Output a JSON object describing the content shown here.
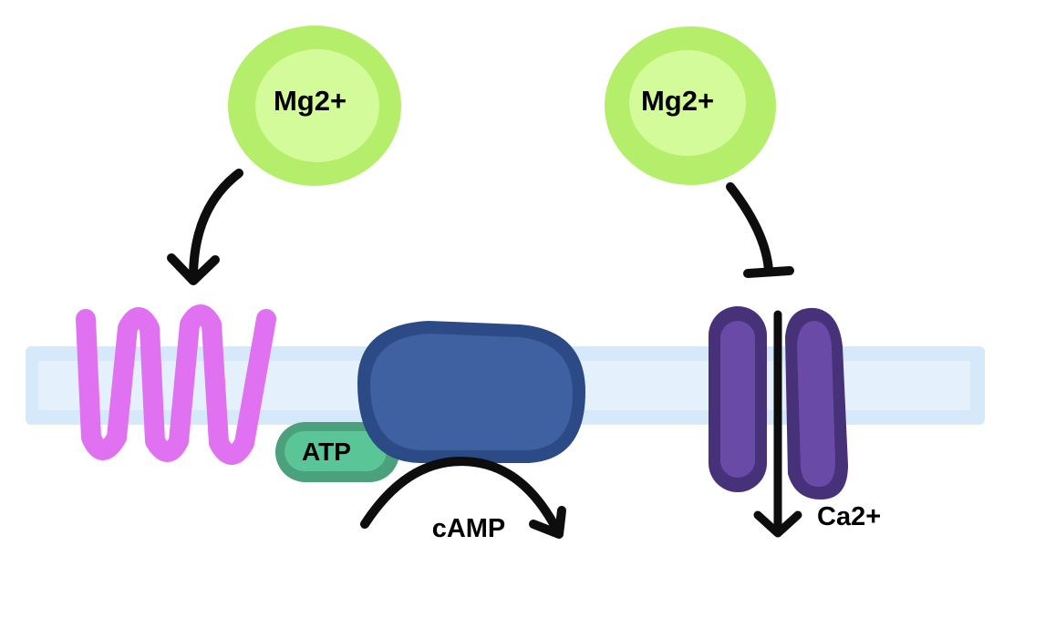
{
  "diagram": {
    "title": "Mg2+ regulation of GPCR / adenylyl cyclase signaling and Ca2+ channel",
    "colors": {
      "membrane_outer": "#d6e9fb",
      "membrane_inner": "#e4f0fc",
      "mg_outer": "#b5ee6b",
      "mg_inner": "#d4fb99",
      "gpcr": "#e071f1",
      "cyclase_outer": "#2c4a86",
      "cyclase_inner": "#3f60a1",
      "atp_outer": "#4ca17d",
      "atp_inner": "#5ac698",
      "channel_outer": "#473179",
      "channel_inner": "#694ba7",
      "arrow": "#0d0d0d"
    },
    "nodes": {
      "mg_left": {
        "label": "Mg2+"
      },
      "mg_right": {
        "label": "Mg2+"
      },
      "atp": {
        "label": "ATP"
      },
      "camp": {
        "label": "cAMP"
      },
      "ca": {
        "label": "Ca2+"
      }
    },
    "edges": [
      {
        "from": "mg_left",
        "to": "gpcr_receptor",
        "type": "activation"
      },
      {
        "from": "mg_right",
        "to": "calcium_channel",
        "type": "inhibition"
      },
      {
        "from": "atp",
        "to": "camp",
        "type": "conversion",
        "via": "adenylyl_cyclase"
      },
      {
        "from": "calcium_channel",
        "to": "ca",
        "type": "ion-flow"
      }
    ]
  }
}
